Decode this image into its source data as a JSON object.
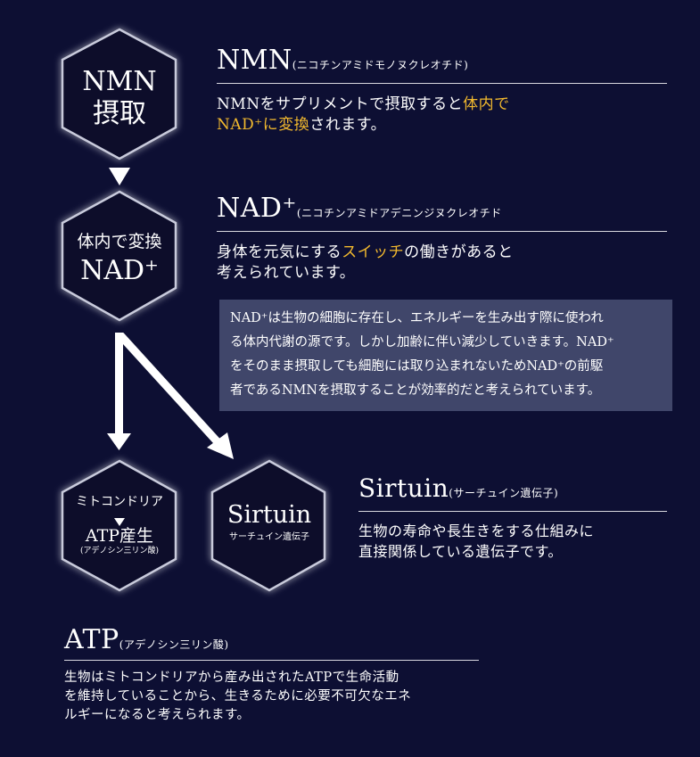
{
  "hexagons": {
    "nmn": {
      "line1": "NMN",
      "line2": "摂取"
    },
    "nad": {
      "line1": "体内で変換",
      "line2": "NAD⁺"
    },
    "atp": {
      "line1": "ミトコンドリア",
      "line2": "ATP産生",
      "line3": "(アデノシン三リン酸)"
    },
    "sirtuin": {
      "line1": "Sirtuin",
      "line2": "サーチュイン遺伝子"
    }
  },
  "sections": {
    "nmn": {
      "title": "NMN",
      "subtitle": "(ニコチンアミドモノヌクレオチド)",
      "text1": "NMNをサプリメントで摂取すると",
      "text1_hl": "体内で",
      "text2_hl": "NAD⁺に変換",
      "text2": "されます。"
    },
    "nad": {
      "title": "NAD⁺",
      "subtitle": "(ニコチンアミドアデニンジヌクレオチド",
      "text1": "身体を元気にする",
      "text1_hl": "スイッチ",
      "text1_end": "の働きがあると",
      "text2": "考えられています。",
      "note_lines": [
        "NAD⁺は生物の細胞に存在し、エネルギーを生み出す際に使われ",
        "る体内代謝の源です。しかし加齢に伴い減少していきます。NAD⁺",
        "をそのまま摂取しても細胞には取り込まれないためNAD⁺の前駆",
        "者であるNMNを摂取することが効率的だと考えられています。"
      ]
    },
    "sirtuin": {
      "title": "Sirtuin",
      "subtitle": "(サーチュイン遺伝子)",
      "text1": "生物の寿命や長生きをする仕組みに",
      "text2": "直接関係している遺伝子です。"
    },
    "atp": {
      "title": "ATP",
      "subtitle": "(アデノシン三リン酸)",
      "text1": "生物はミトコンドリアから産み出されたATPで生命活動",
      "text2": "を維持していることから、生きるために必要不可欠なエネ",
      "text3": "ルギーになると考えられます。"
    }
  },
  "colors": {
    "background": "#0d0f33",
    "highlight": "#f2b92e",
    "note_box": "#40466a",
    "hex_fill": "#0a0c2a",
    "hex_border": "#c9cbdc"
  },
  "icons": {
    "arrow": "arrow-down-icon",
    "arrow_diag": "arrow-diagonal-icon",
    "arrow_small": "triangle-down-icon"
  }
}
